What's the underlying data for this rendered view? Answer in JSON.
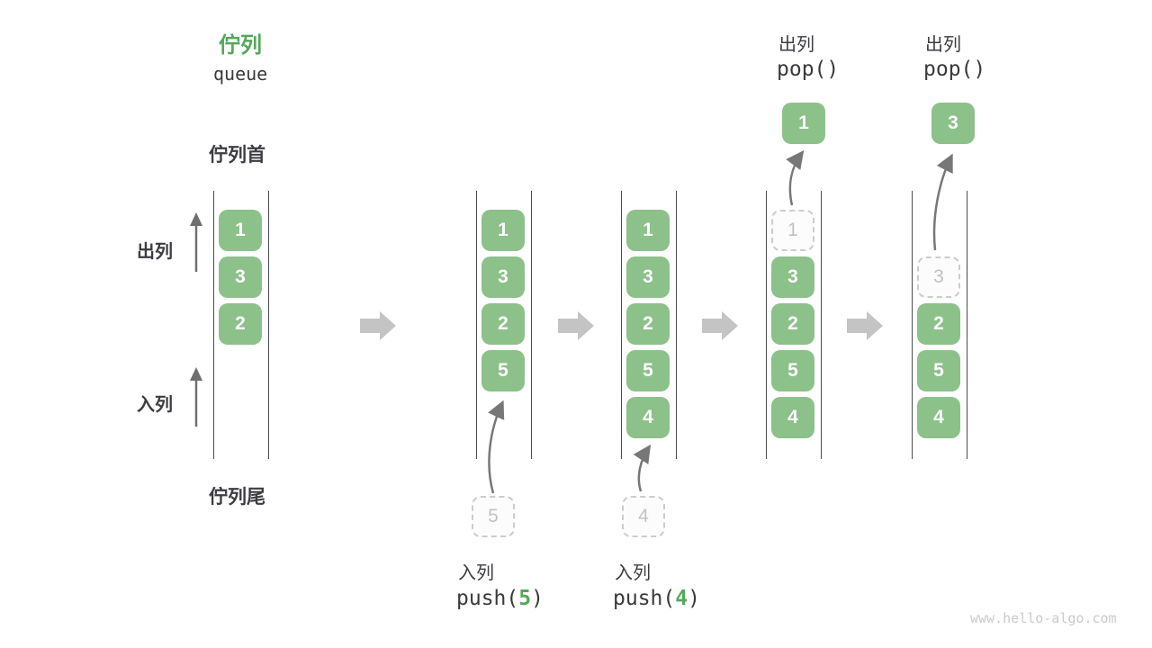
{
  "header": {
    "title_zh": "佇列",
    "title_en": "queue"
  },
  "side_labels": {
    "front": "佇列首",
    "dequeue": "出列",
    "enqueue": "入列",
    "rear": "佇列尾"
  },
  "operations": {
    "push5": {
      "label": "入列",
      "code_prefix": "push(",
      "arg": "5",
      "code_suffix": ")"
    },
    "push4": {
      "label": "入列",
      "code_prefix": "push(",
      "arg": "4",
      "code_suffix": ")"
    },
    "pop1": {
      "label": "出列",
      "code": "pop()"
    },
    "pop2": {
      "label": "出列",
      "code": "pop()"
    }
  },
  "queues": {
    "q1": {
      "items": [
        "1",
        "3",
        "2"
      ]
    },
    "q2": {
      "items": [
        "1",
        "3",
        "2",
        "5"
      ],
      "incoming": "5"
    },
    "q3": {
      "items": [
        "1",
        "3",
        "2",
        "5",
        "4"
      ],
      "incoming": "4"
    },
    "q4": {
      "removed": "1",
      "items": [
        "3",
        "2",
        "5",
        "4"
      ],
      "popped": "1"
    },
    "q5": {
      "removed": "3",
      "items": [
        "2",
        "5",
        "4"
      ],
      "popped": "3"
    }
  },
  "watermark": "www.hello-algo.com",
  "colors": {
    "box-green": "#8CC18A",
    "title-green": "#55A85A",
    "arg-green": "#55A85A",
    "block-arrow": "#C4C4C4",
    "thin-arrow": "#777777",
    "line-dark": "#4C4C4C",
    "text-dark": "#3C3C42",
    "dashed-border": "#CCCCCC",
    "dashed-text": "#C2C2C2",
    "watermark-gray": "#CBCBCB"
  }
}
